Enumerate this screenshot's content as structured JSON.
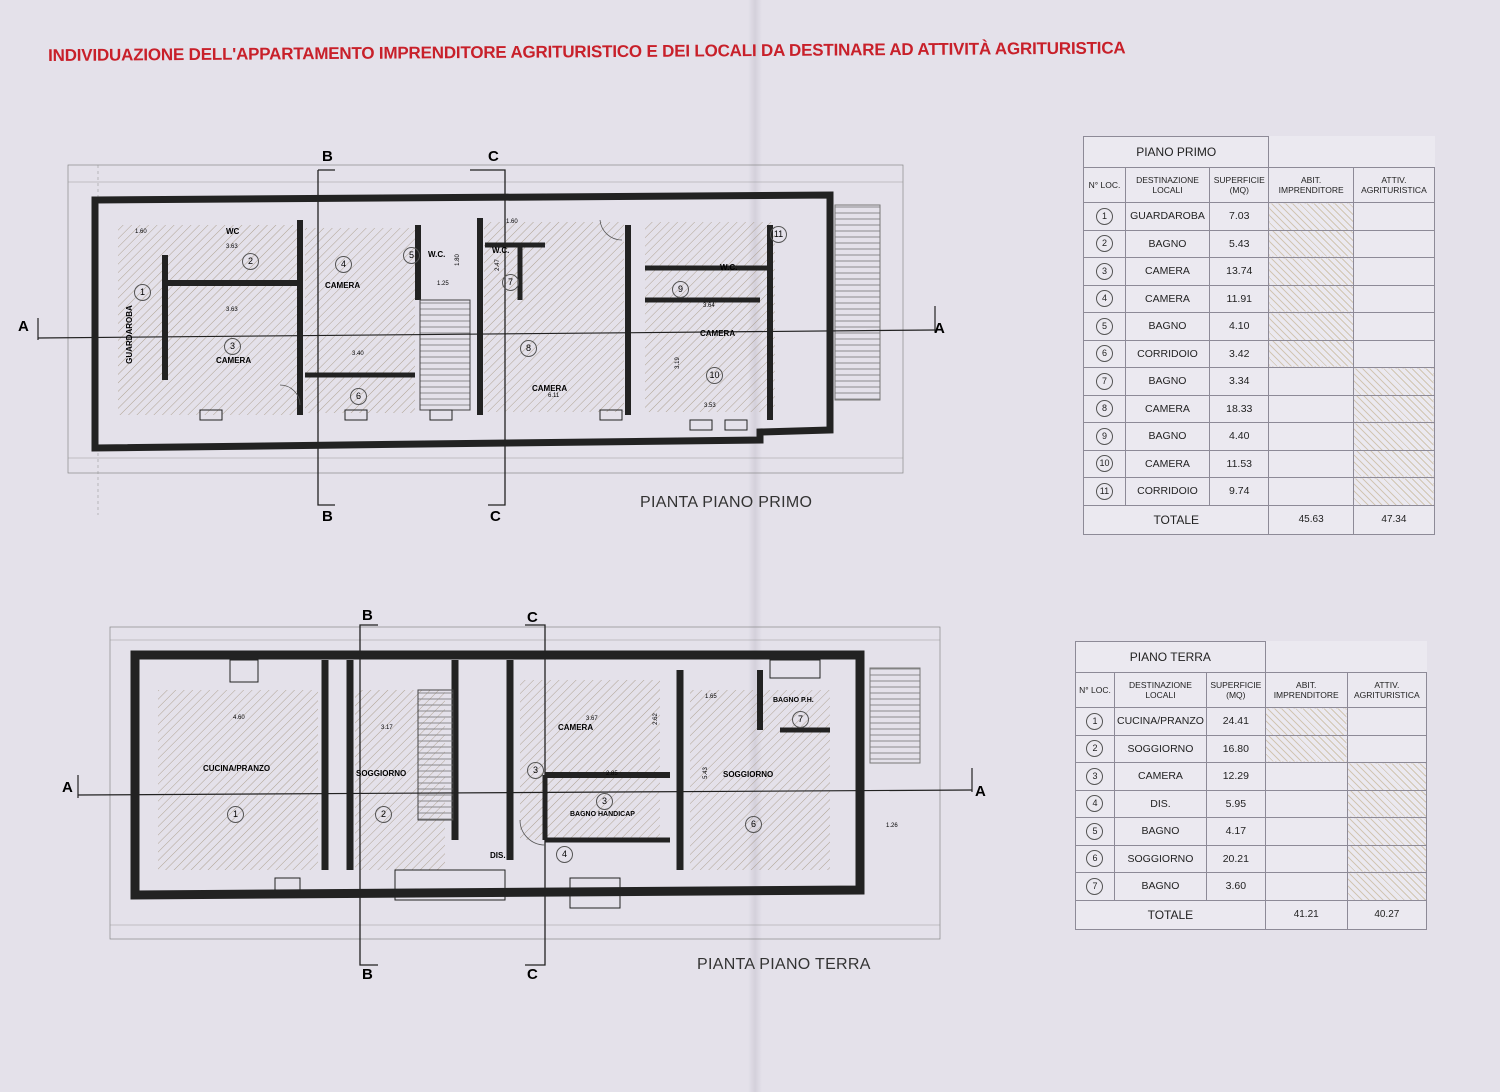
{
  "title": "INDIVIDUAZIONE DELL'APPARTAMENTO IMPRENDITORE AGRITURISTICO E DEI LOCALI DA DESTINARE AD ATTIVITÀ AGRITURISTICA",
  "colors": {
    "title": "#c8202a",
    "hatch": "#bea982",
    "line": "#222222"
  },
  "plans": {
    "primo": {
      "label": "PIANTA PIANO PRIMO",
      "section_marks": [
        "A",
        "A",
        "B",
        "B",
        "C",
        "C"
      ],
      "rooms": [
        {
          "num": "1",
          "name": "GUARDAROBA"
        },
        {
          "num": "2",
          "name": "WC"
        },
        {
          "num": "3",
          "name": "CAMERA"
        },
        {
          "num": "4",
          "name": "CAMERA"
        },
        {
          "num": "5",
          "name": "W.C."
        },
        {
          "num": "6",
          "name": ""
        },
        {
          "num": "7",
          "name": "W.C."
        },
        {
          "num": "8",
          "name": "CAMERA"
        },
        {
          "num": "9",
          "name": "W.C."
        },
        {
          "num": "10",
          "name": "CAMERA"
        },
        {
          "num": "11",
          "name": ""
        }
      ],
      "dims": [
        "1.60",
        "3.63",
        "3.63",
        "3.40",
        "1.25",
        "1.60",
        "6.11",
        "3.64",
        "3.53",
        "3.19",
        "2.47",
        "1.80"
      ]
    },
    "terra": {
      "label": "PIANTA PIANO TERRA",
      "section_marks": [
        "A",
        "A",
        "B",
        "B",
        "C",
        "C"
      ],
      "rooms": [
        {
          "num": "1",
          "name": "CUCINA/PRANZO"
        },
        {
          "num": "2",
          "name": "SOGGIORNO"
        },
        {
          "num": "3",
          "name": "CAMERA"
        },
        {
          "num": "3",
          "name": "BAGNO HANDICAP"
        },
        {
          "num": "4",
          "name": "DIS."
        },
        {
          "num": "6",
          "name": "SOGGIORNO"
        },
        {
          "num": "7",
          "name": "BAGNO P.H."
        }
      ],
      "dims": [
        "4.60",
        "3.17",
        "3.67",
        "2.85",
        "1.65",
        "5.43",
        "2.62",
        "1.26"
      ]
    }
  },
  "tables": {
    "primo": {
      "caption": "PIANO  PRIMO",
      "headers": [
        "N° LOC.",
        "DESTINAZIONE LOCALI",
        "SUPERFICIE (MQ)",
        "ABIT. IMPRENDITORE",
        "ATTIV. AGRITURISTICA"
      ],
      "rows": [
        {
          "num": "1",
          "dest": "GUARDAROBA",
          "sup": "7.03",
          "use": "abit"
        },
        {
          "num": "2",
          "dest": "BAGNO",
          "sup": "5.43",
          "use": "abit"
        },
        {
          "num": "3",
          "dest": "CAMERA",
          "sup": "13.74",
          "use": "abit"
        },
        {
          "num": "4",
          "dest": "CAMERA",
          "sup": "11.91",
          "use": "abit"
        },
        {
          "num": "5",
          "dest": "BAGNO",
          "sup": "4.10",
          "use": "abit"
        },
        {
          "num": "6",
          "dest": "CORRIDOIO",
          "sup": "3.42",
          "use": "abit"
        },
        {
          "num": "7",
          "dest": "BAGNO",
          "sup": "3.34",
          "use": "attiv"
        },
        {
          "num": "8",
          "dest": "CAMERA",
          "sup": "18.33",
          "use": "attiv"
        },
        {
          "num": "9",
          "dest": "BAGNO",
          "sup": "4.40",
          "use": "attiv"
        },
        {
          "num": "10",
          "dest": "CAMERA",
          "sup": "11.53",
          "use": "attiv"
        },
        {
          "num": "11",
          "dest": "CORRIDOIO",
          "sup": "9.74",
          "use": "attiv"
        }
      ],
      "total_label": "TOTALE",
      "total_abit": "45.63",
      "total_attiv": "47.34"
    },
    "terra": {
      "caption": "PIANO TERRA",
      "headers": [
        "N° LOC.",
        "DESTINAZIONE LOCALI",
        "SUPERFICIE (MQ)",
        "ABIT. IMPRENDITORE",
        "ATTIV. AGRITURISTICA"
      ],
      "rows": [
        {
          "num": "1",
          "dest": "CUCINA/PRANZO",
          "sup": "24.41",
          "use": "abit"
        },
        {
          "num": "2",
          "dest": "SOGGIORNO",
          "sup": "16.80",
          "use": "abit"
        },
        {
          "num": "3",
          "dest": "CAMERA",
          "sup": "12.29",
          "use": "attiv"
        },
        {
          "num": "4",
          "dest": "DIS.",
          "sup": "5.95",
          "use": "attiv"
        },
        {
          "num": "5",
          "dest": "BAGNO",
          "sup": "4.17",
          "use": "attiv"
        },
        {
          "num": "6",
          "dest": "SOGGIORNO",
          "sup": "20.21",
          "use": "attiv"
        },
        {
          "num": "7",
          "dest": "BAGNO",
          "sup": "3.60",
          "use": "attiv"
        }
      ],
      "total_label": "TOTALE",
      "total_abit": "41.21",
      "total_attiv": "40.27"
    }
  }
}
